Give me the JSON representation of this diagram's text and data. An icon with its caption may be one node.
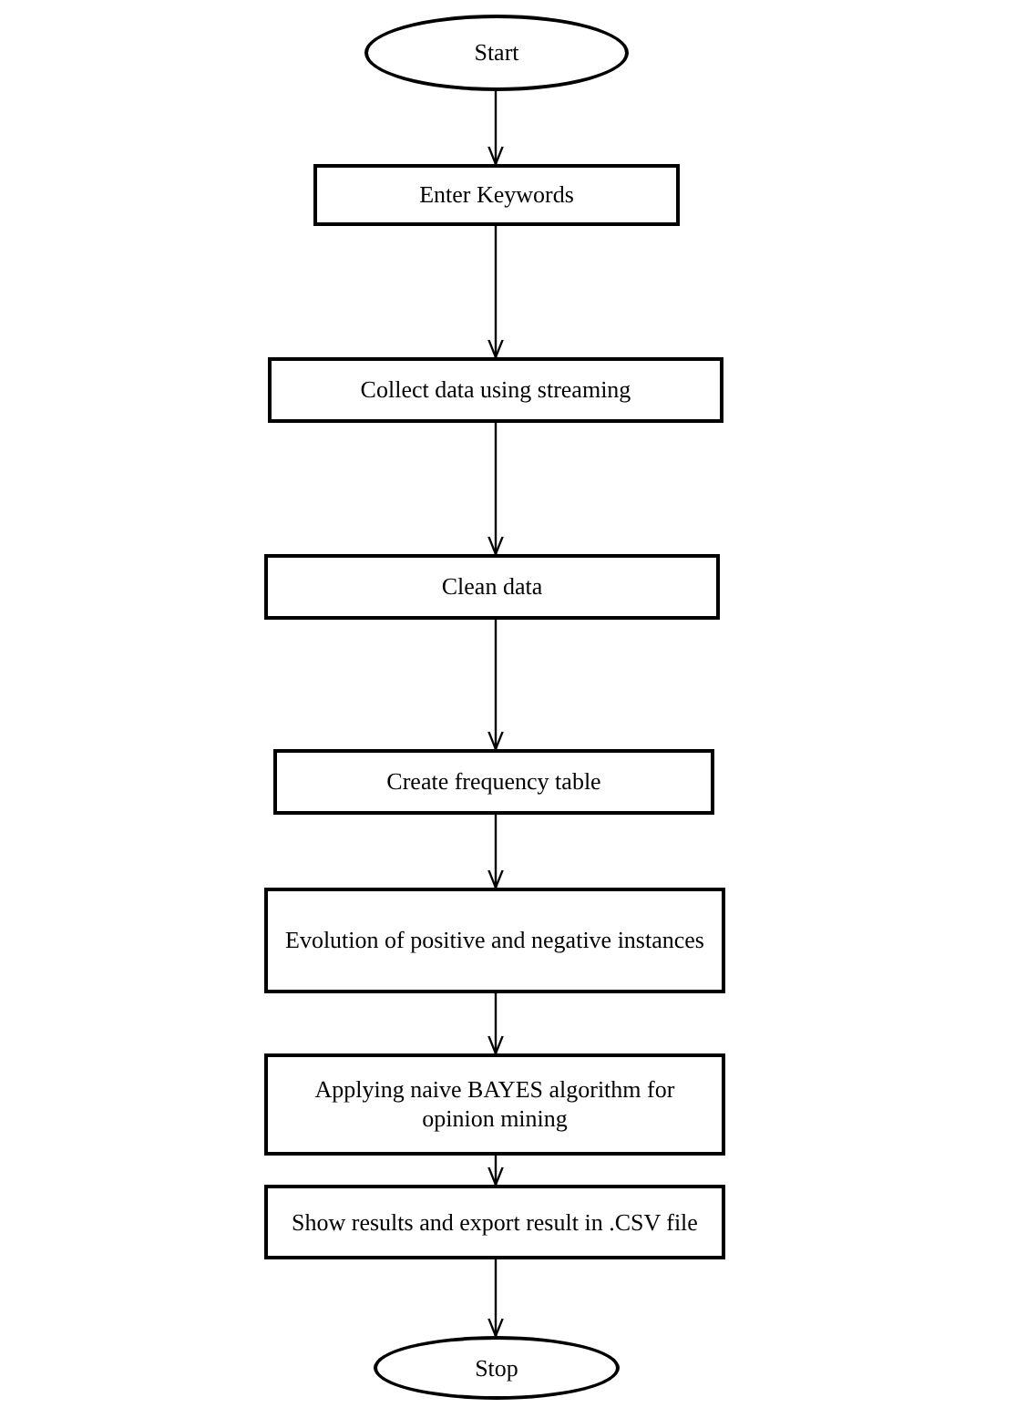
{
  "diagram": {
    "nodes": [
      {
        "text": [
          "Start"
        ]
      },
      {
        "text": [
          "Enter Keywords"
        ]
      },
      {
        "text": [
          "Collect data using streaming"
        ]
      },
      {
        "text": [
          "Clean data"
        ]
      },
      {
        "text": [
          "Create frequency table"
        ]
      },
      {
        "text": [
          "Evolution of positive and negative instances"
        ]
      },
      {
        "text": [
          "Applying naive BAYES algorithm for opinion mining"
        ]
      },
      {
        "text": [
          "Show results and export result in .CSV file"
        ]
      },
      {
        "text": [
          "Stop"
        ]
      }
    ],
    "edges": [
      {
        "from": 0,
        "to": 1,
        "arrow": "to"
      },
      {
        "from": 1,
        "to": 2,
        "arrow": "to"
      },
      {
        "from": 2,
        "to": 3,
        "arrow": "to"
      },
      {
        "from": 3,
        "to": 4,
        "arrow": "to"
      },
      {
        "from": 4,
        "to": 5,
        "arrow": "to"
      },
      {
        "from": 5,
        "to": 6,
        "arrow": "to"
      },
      {
        "from": 6,
        "to": 7,
        "arrow": "to"
      },
      {
        "from": 7,
        "to": 8,
        "arrow": "to"
      }
    ]
  }
}
